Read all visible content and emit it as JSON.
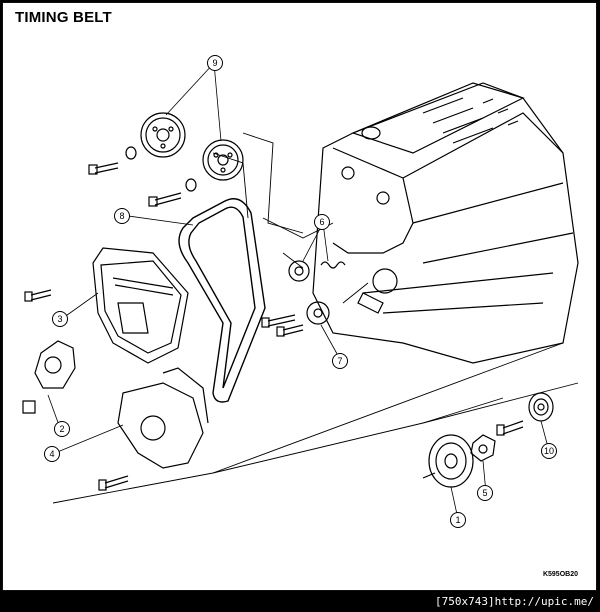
{
  "title": "TIMING BELT",
  "drawing_code": "K595OB20",
  "footer_text": "[750x743]http://upic.me/",
  "callouts": {
    "c1": "1",
    "c2": "2",
    "c3": "3",
    "c4": "4",
    "c5": "5",
    "c6": "6",
    "c7": "7",
    "c8": "8",
    "c9": "9",
    "c10": "10"
  }
}
